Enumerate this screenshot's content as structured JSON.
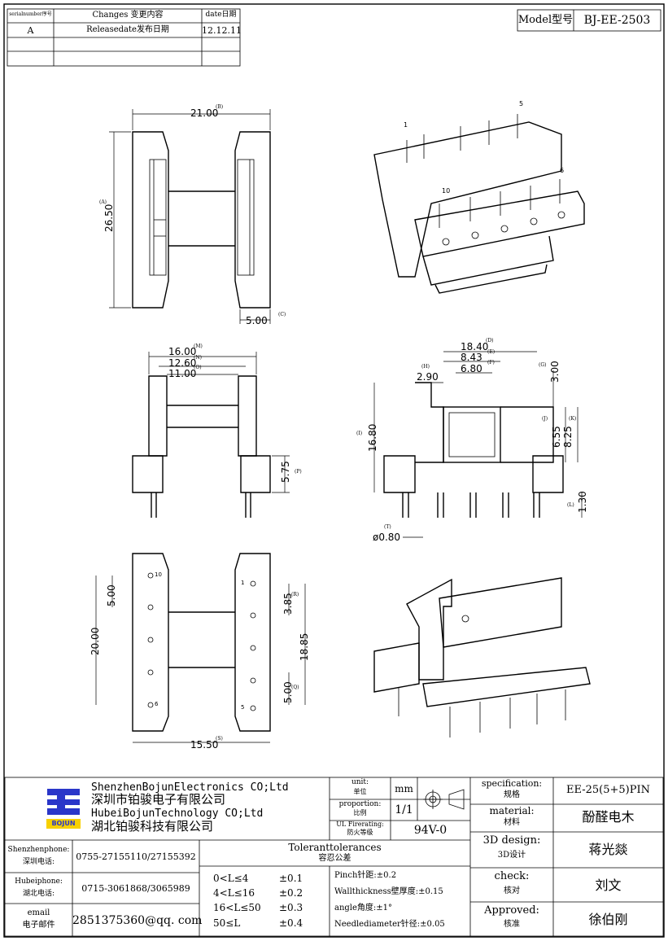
{
  "revision_table": {
    "headers": {
      "serial": "serialnumber序号",
      "changes": "Changes 变更内容",
      "date": "date日期"
    },
    "rows": [
      {
        "serial": "A",
        "changes": "Releasedate发布日期",
        "date": "12.12.11"
      },
      {
        "serial": "",
        "changes": "",
        "date": ""
      },
      {
        "serial": "",
        "changes": "",
        "date": ""
      }
    ]
  },
  "model": {
    "label": "Model型号",
    "value": "BJ-EE-2503"
  },
  "dimensions": {
    "top_view": {
      "width": "21.00",
      "width_tag": "(B)",
      "height": "26.50",
      "height_tag": "(A)",
      "flange": "5.00",
      "flange_tag": "(C)"
    },
    "front_view": {
      "d1": "16.00",
      "d1_tag": "(M)",
      "d2": "12.60",
      "d2_tag": "(N)",
      "d3": "11.00",
      "d3_tag": "(O)",
      "d4": "5.75",
      "d4_tag": "(P)"
    },
    "side_view": {
      "d1": "18.40",
      "d1_tag": "(D)",
      "d2": "8.43",
      "d2_tag": "(E)",
      "d3": "6.80",
      "d3_tag": "(F)",
      "d4": "2.90",
      "d4_tag": "(H)",
      "d5": "3.00",
      "d5_tag": "(G)",
      "d6": "16.80",
      "d6_tag": "(I)",
      "d7": "6.55",
      "d7_tag": "(J)",
      "d8": "8.25",
      "d8_tag": "(K)",
      "d9": "1.30",
      "d9_tag": "(L)",
      "d10": "ø0.80",
      "d10_tag": "(T)"
    },
    "bottom_view": {
      "d1": "5.00",
      "d2": "20.00",
      "d3": "3.85",
      "d3_tag": "(R)",
      "d4": "18.85",
      "d5": "5.00",
      "d5_tag": "(Q)",
      "d6": "15.50",
      "d6_tag": "(S)"
    },
    "pin_labels": {
      "p1": "1",
      "p5": "5",
      "p6": "6",
      "p10": "10",
      "b10": "10",
      "b6": "6",
      "b1": "1",
      "b5": "5"
    }
  },
  "title_block": {
    "company_en_1": "ShenzhenBojunElectronics CO;Ltd",
    "company_cn_1": "深圳市铂骏电子有限公司",
    "company_en_2": "HubeiBojunTechnology CO;Ltd",
    "company_cn_2": "湖北铂骏科技有限公司",
    "logo_text": "BOJUN",
    "unit_label": "unit:",
    "unit_label_cn": "单位",
    "unit_value": "mm",
    "proportion_label": "proportion:",
    "proportion_label_cn": "比例",
    "proportion_value": "1/1",
    "fire_label": "UL Firerating:",
    "fire_label_cn": "防火等级",
    "fire_value": "94V-0",
    "spec_label": "specification:",
    "spec_label_cn": "规格",
    "spec_value": "EE-25(5+5)PIN",
    "material_label": "material:",
    "material_label_cn": "材料",
    "material_value": "酚醛电木",
    "design_label": "3D design:",
    "design_label_cn": "3D设计",
    "design_value": "蒋光燚",
    "check_label": "check:",
    "check_label_cn": "核对",
    "check_value": "刘文",
    "approved_label": "Approved:",
    "approved_label_cn": "核准",
    "approved_value": "徐伯刚",
    "contacts": [
      {
        "label": "Shenzhenphone:",
        "label_cn": "深圳电话:",
        "value": "0755-27155110/27155392"
      },
      {
        "label": "Hubeiphone:",
        "label_cn": "湖北电话:",
        "value": "0715-3061868/3065989"
      },
      {
        "label": "email",
        "label_cn": "电子邮件",
        "value": "2851375360@qq. com"
      }
    ],
    "tolerance_title": "Toleranttolerances",
    "tolerance_title_cn": "容忍公差",
    "tolerance_ranges": [
      {
        "range": "0<L≤4",
        "tol": "±0.1"
      },
      {
        "range": "4<L≤16",
        "tol": "±0.2"
      },
      {
        "range": "16<L≤50",
        "tol": "±0.3"
      },
      {
        "range": "50≤L",
        "tol": "±0.4"
      }
    ],
    "tolerance_notes": [
      "Pinch针距:±0.2",
      "Wallthickness壁厚度:±0.15",
      "angle角度:±1°",
      "Needlediameter针径:±0.05"
    ]
  }
}
